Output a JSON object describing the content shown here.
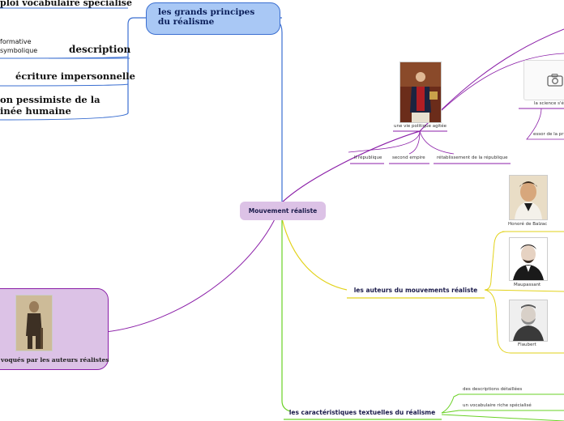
{
  "central": {
    "label": "Mouvement réaliste"
  },
  "principles": {
    "title": "les grands principes du réalisme",
    "items": {
      "vocab": "ploi vocabulaire spécialisé",
      "formative_line1": "formative",
      "formative_line2": "symbolique",
      "description": "description",
      "impersonal": "écriture impersonnelle",
      "pessimist_line1": "on pessimiste de la",
      "pessimist_line2": "inée humaine"
    }
  },
  "politics": {
    "label": "une vie politique agitée",
    "children": [
      "II république",
      "second empire",
      "rétablissement de la république"
    ]
  },
  "science": {
    "label": "la science s'é",
    "child": "essor de la pr"
  },
  "authors": {
    "label": "les auteurs du mouvements réaliste",
    "names": [
      "Honoré de Balzac",
      "Maupassant",
      "Flaubert"
    ]
  },
  "evoked": {
    "label": "voqués par les auteurs réalistes"
  },
  "textual": {
    "label": "les caractéristiques textuelles du réalisme",
    "items": [
      "des descriptions détaillées",
      "un vocabulaire riche spécialisé"
    ]
  },
  "colors": {
    "blue": "#3b6fd1",
    "purple": "#8b1fa8",
    "yellow": "#e2d21a",
    "green": "#6ad125",
    "central_fill": "#dcc2e6",
    "topic_blue_fill": "#a9c8f5"
  }
}
